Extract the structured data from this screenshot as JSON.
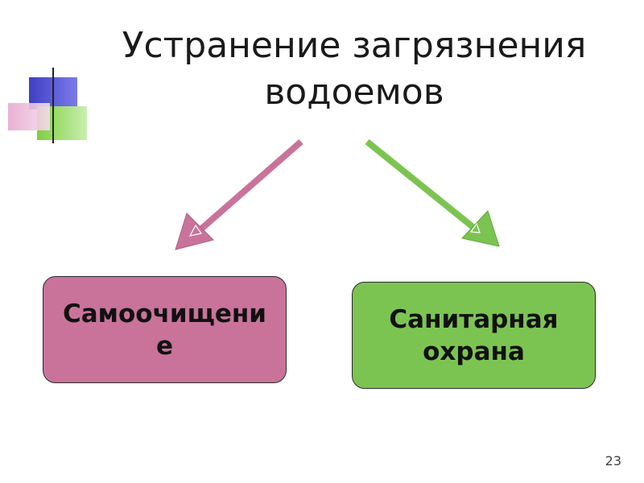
{
  "slide": {
    "title_line1": "Устранение загрязнения",
    "title_line2": "водоемов",
    "boxes": [
      {
        "label": "Самоочищение",
        "color": "#c9739b"
      },
      {
        "label": "Санитарная охрана",
        "color": "#7cc452"
      }
    ],
    "arrow_colors": {
      "left": "#c9739b",
      "right": "#7cc452"
    },
    "page_number": "23"
  }
}
